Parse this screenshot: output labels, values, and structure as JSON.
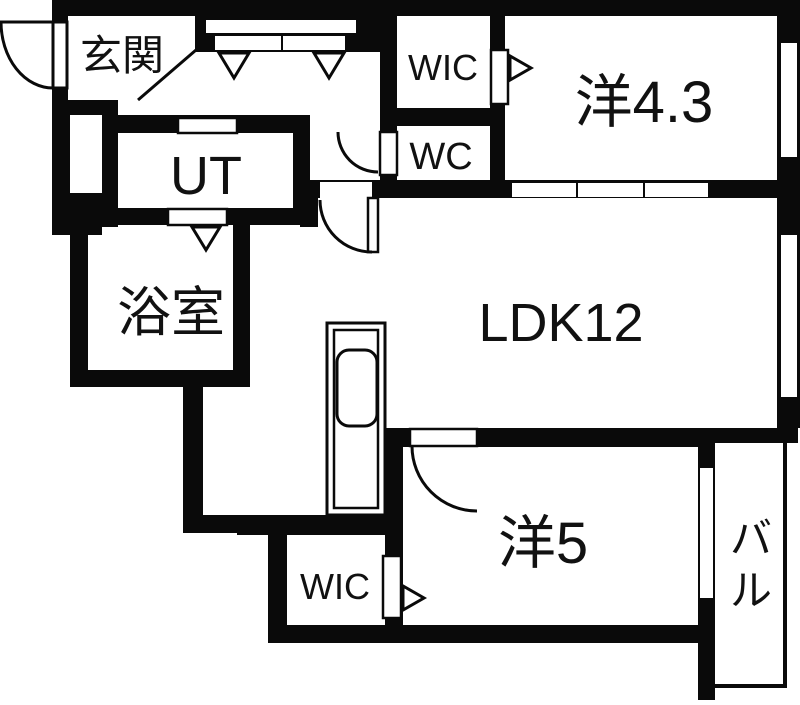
{
  "plan": {
    "type": "apartment-floor-plan",
    "wall_color": "#0a0a0a",
    "floor_color": "#ffffff",
    "rooms": {
      "genkan": {
        "label": "玄関"
      },
      "ut": {
        "label": "UT"
      },
      "bathroom": {
        "label": "浴室"
      },
      "wic_top": {
        "label": "WIC"
      },
      "wc": {
        "label": "WC"
      },
      "bedroom_43": {
        "label": "洋4.3"
      },
      "ldk": {
        "label": "LDK12"
      },
      "bedroom_5": {
        "label": "洋5"
      },
      "wic_bottom": {
        "label": "WIC"
      },
      "balcony": {
        "label": "バル",
        "chars": [
          "バ",
          "ル"
        ]
      }
    }
  }
}
